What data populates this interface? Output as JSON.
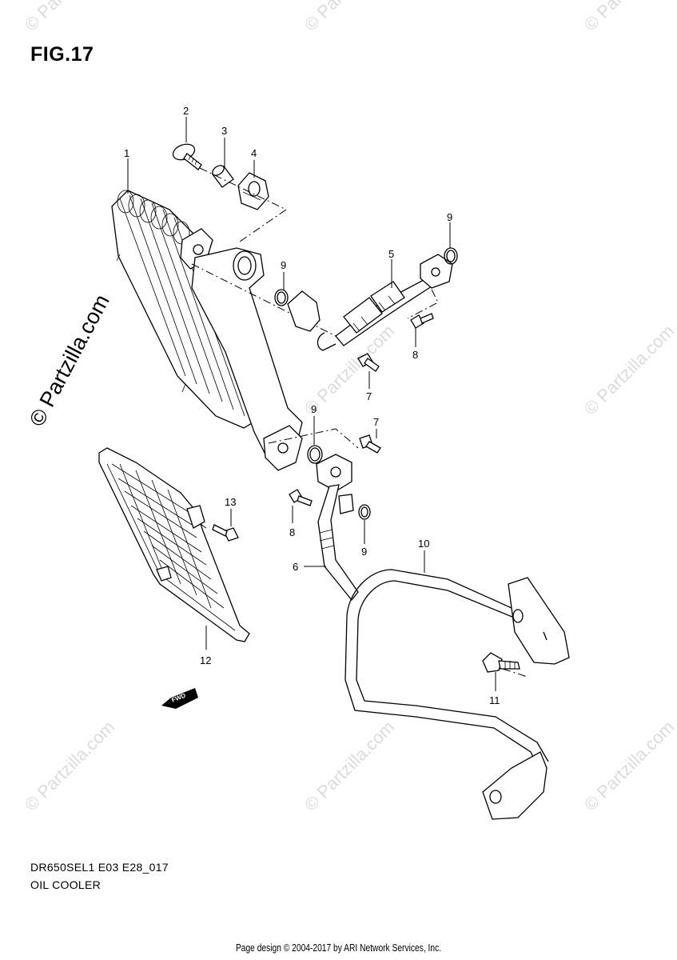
{
  "figure": {
    "title": "FIG.17"
  },
  "callouts": {
    "c1": "1",
    "c2": "2",
    "c3": "3",
    "c4": "4",
    "c5": "5",
    "c6": "6",
    "c7a": "7",
    "c7b": "7",
    "c8a": "8",
    "c8b": "8",
    "c9a": "9",
    "c9b": "9",
    "c9c": "9",
    "c9d": "9",
    "c10": "10",
    "c11": "11",
    "c12": "12",
    "c13": "13"
  },
  "watermark": {
    "main": "© Partzilla.com",
    "repeat": "© Partzilla.com"
  },
  "direction_marker": {
    "label": "FWD",
    "icon": "fwd-arrow-icon"
  },
  "model": {
    "code": "DR650SEL1 E03 E28_017",
    "name": "OIL COOLER"
  },
  "footer": {
    "text": "Page design © 2004-2017 by ARI Network Services, Inc."
  }
}
